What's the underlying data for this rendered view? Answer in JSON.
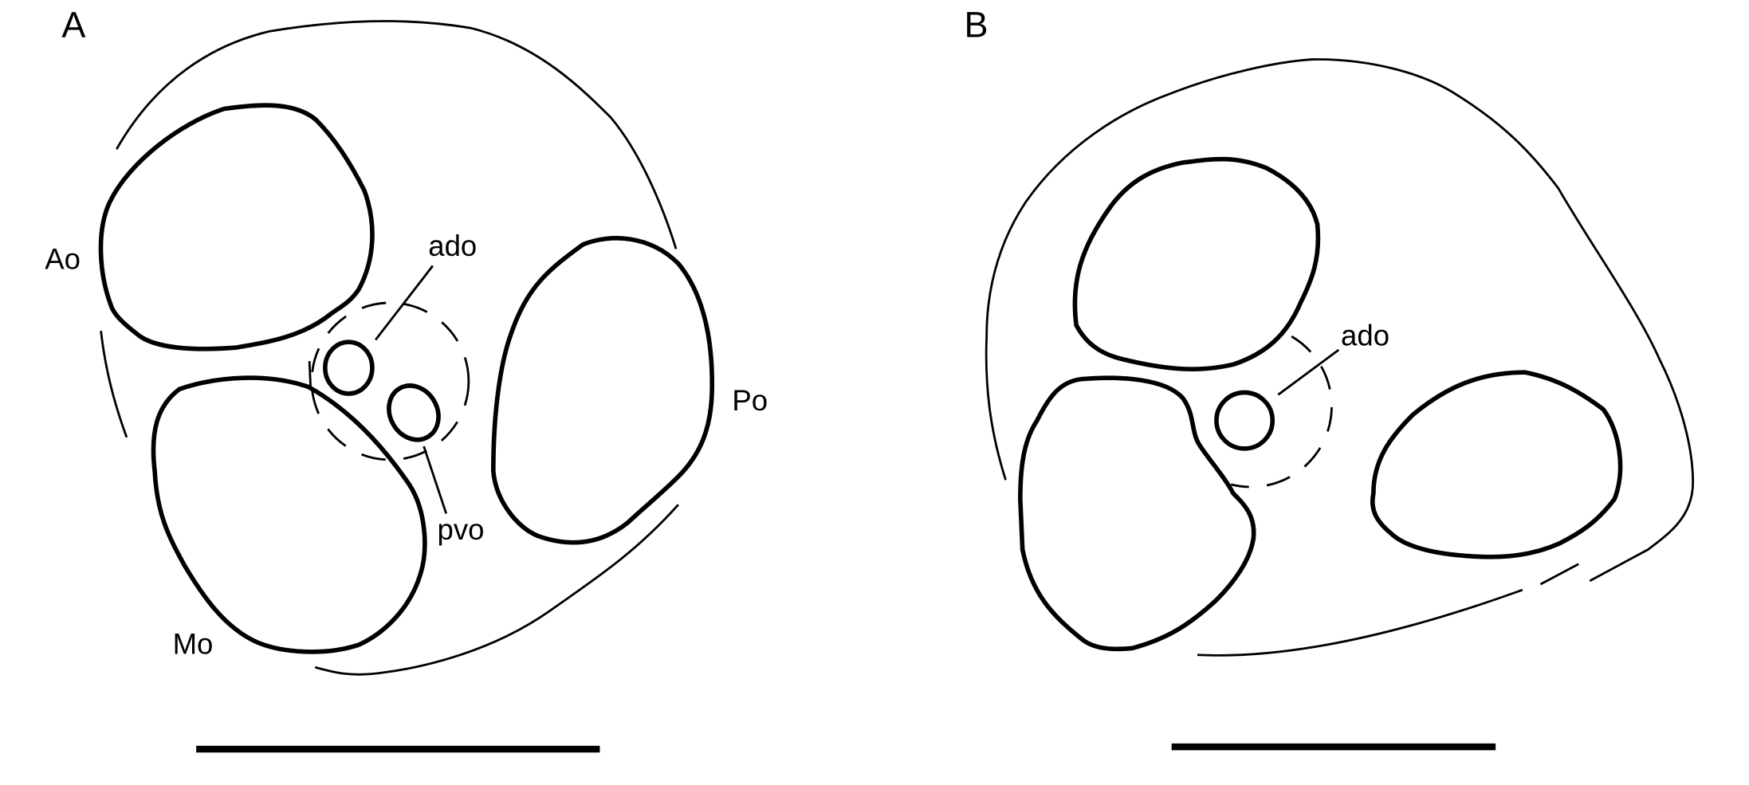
{
  "panels": [
    {
      "letter": "A",
      "labels": {
        "ao": "Ao",
        "ado": "ado",
        "po": "Po",
        "pvo": "pvo",
        "mo": "Mo"
      }
    },
    {
      "letter": "B",
      "labels": {
        "ado": "ado"
      }
    }
  ],
  "colors": {
    "line": "#000000",
    "background": "#ffffff"
  }
}
